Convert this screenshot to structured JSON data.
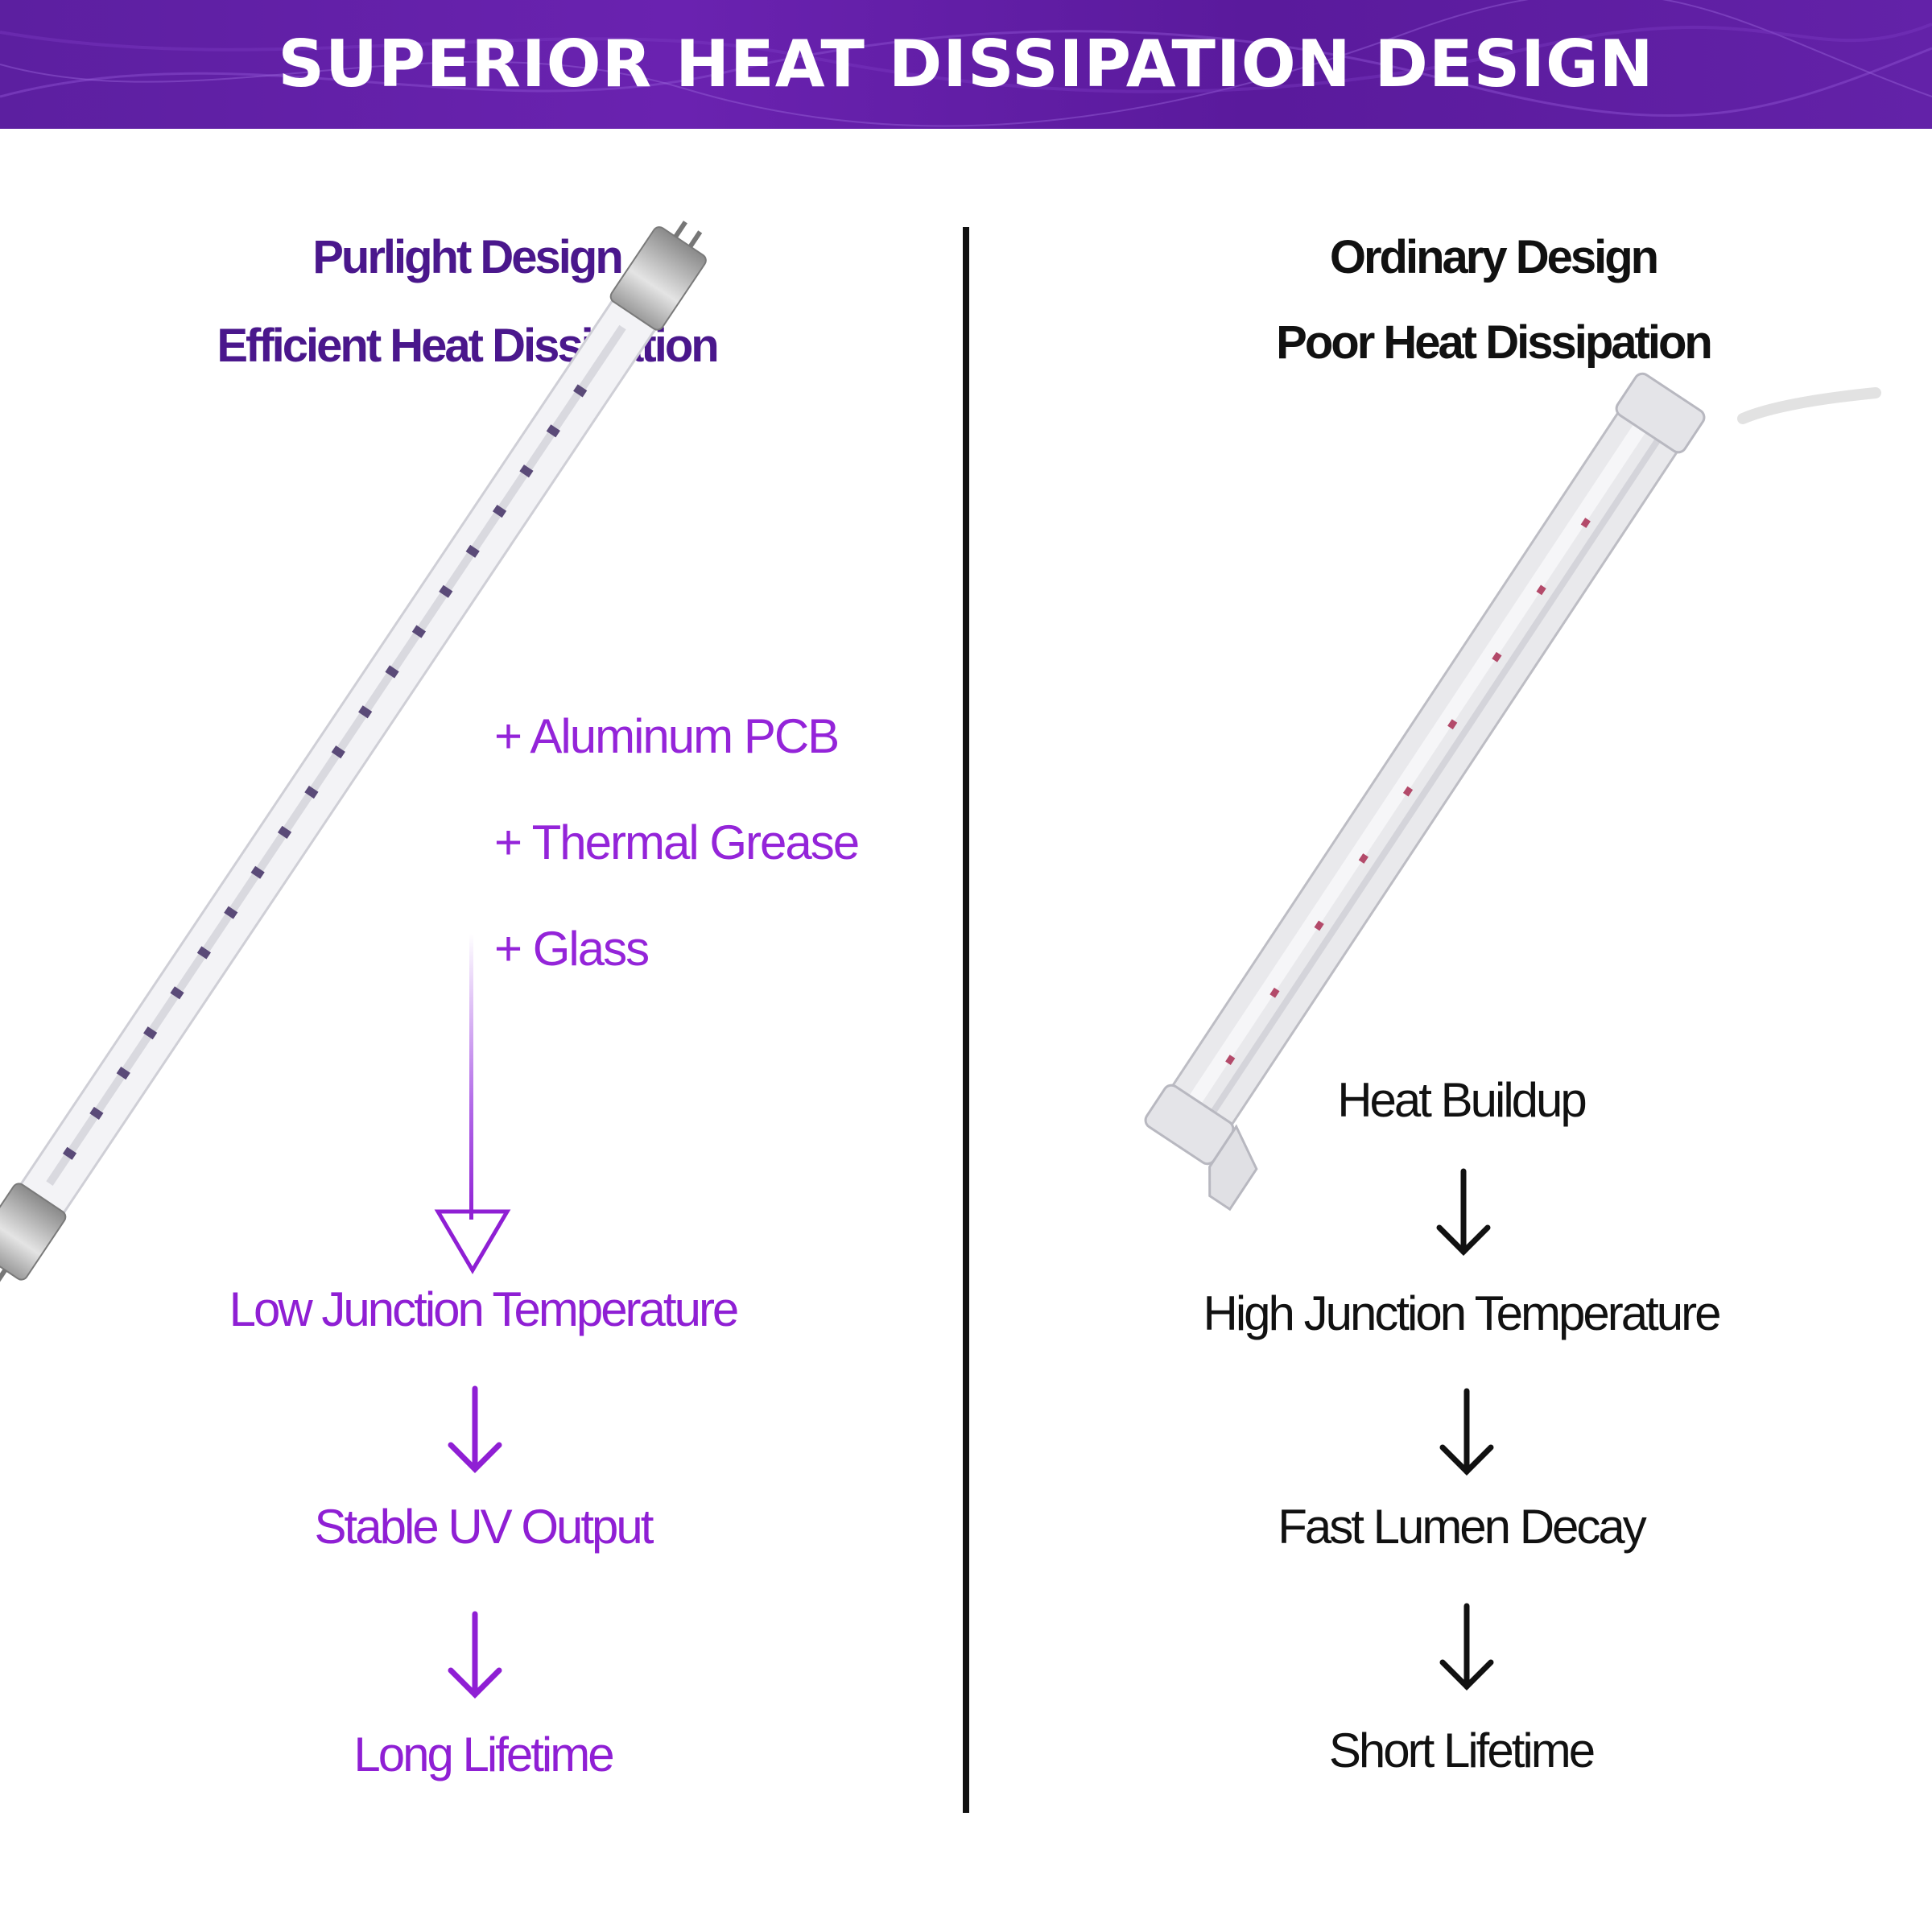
{
  "banner": {
    "title": "SUPERIOR HEAT DISSIPATION DESIGN"
  },
  "left": {
    "heading": "Purlight Design",
    "subheading": "Efficient Heat Dissipation",
    "features": [
      "+ Aluminum PCB",
      "+ Thermal Grease",
      "+ Glass"
    ],
    "flow": [
      "Low Junction Temperature",
      "Stable UV Output",
      "Long Lifetime"
    ]
  },
  "right": {
    "heading": "Ordinary Design",
    "subheading": "Poor Heat Dissipation",
    "flow": [
      "Heat Buildup",
      "High Junction Temperature",
      "Fast Lumen Decay",
      "Short Lifetime"
    ]
  },
  "colors": {
    "banner_purple": "#5c1fa0",
    "heading_purple": "#4a178c",
    "text_purple": "#8f1fd4",
    "dark": "#111111"
  }
}
